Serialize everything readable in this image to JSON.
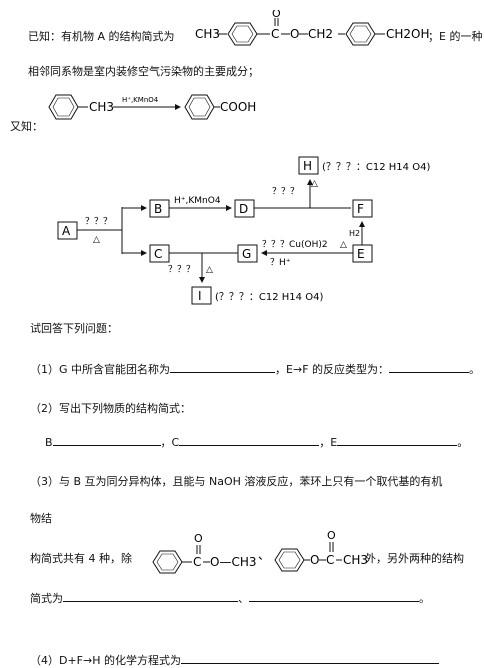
{
  "intro": {
    "prefix": "已知：有机物 A 的结构简式为",
    "struct_ch3": "CH3",
    "struct_o_double": "O",
    "struct_c": "C",
    "struct_o": "O",
    "struct_ch2": "CH2",
    "struct_ch2oh": "CH2OH",
    "suffix": "；E 的一种",
    "line2": "相邻同系物是室内装修空气污染物的主要成分；"
  },
  "known": {
    "label": "又知：",
    "reactant_ch3": "CH3",
    "reagent": "H⁺,KMnO4",
    "product_cooh": "COOH"
  },
  "scheme": {
    "boxes": {
      "A": "A",
      "B": "B",
      "C": "C",
      "D": "D",
      "E": "E",
      "F": "F",
      "G": "G",
      "H": "H",
      "I": "I"
    },
    "formula_H": "(？？？：C12 H14 O4)",
    "formula_I": "(？？？：C12 H14 O4)",
    "cond_A": "？？？",
    "cond_A_delta": "△",
    "cond_BD": "H⁺,KMnO4",
    "cond_DF_H": "？？？",
    "cond_DF_delta": "△",
    "cond_EF": "H2",
    "cond_EG": "？？？Cu(OH)2",
    "cond_EG_delta": "△",
    "cond_EG_H": "？H⁺",
    "cond_CG_I": "？？？",
    "cond_CG_delta": "△"
  },
  "question_intro": "试回答下列问题：",
  "q1": {
    "text1": "（1）G 中所含官能团名称为",
    "text2": "，E→F 的反应类型为：",
    "end": "。"
  },
  "q2": {
    "text": "（2）写出下列物质的结构简式：",
    "b_label": "B",
    "c_label": "，C",
    "e_label": "，E",
    "end": "。"
  },
  "q3": {
    "line1": "（3）与 B 互为同分异构体，且能与 NaOH 溶液反应，苯环上只有一个取代基的有机",
    "line2": "物结",
    "line3_pre": "构简式共有 4 种，除",
    "struct1_c": "C",
    "struct1_o_double": "O",
    "struct1_och3": "O—CH3",
    "sep": "、",
    "struct2_o": "O",
    "struct2_c": "C",
    "struct2_o_double": "O",
    "struct2_ch3": "CH3",
    "line3_post": "外，另外两种的结构",
    "line4_pre": "简式为",
    "line4_sep": "、",
    "end": "。"
  },
  "q4": {
    "text": "（4）D+F→H 的化学方程式为"
  }
}
